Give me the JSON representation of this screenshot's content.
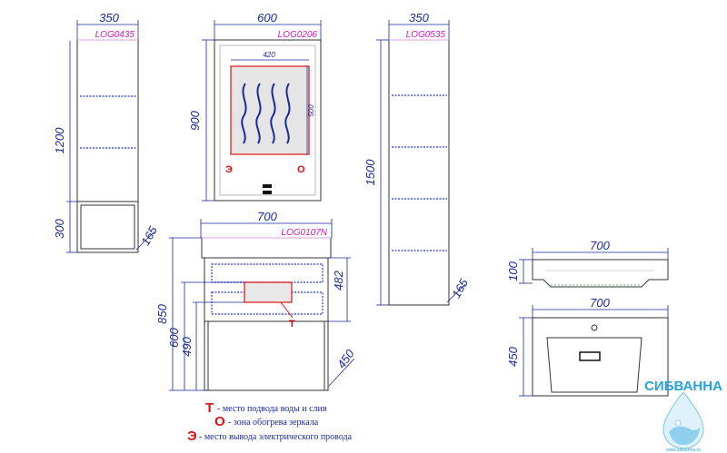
{
  "cabinet_left": {
    "code": "LOG0435",
    "width": "350",
    "height": "1200",
    "base_height": "300",
    "depth": "165"
  },
  "mirror": {
    "code": "LOG0206",
    "width": "600",
    "height": "900",
    "zone_width": "420",
    "zone_height": "500",
    "mark_e": "Э",
    "mark_o": "О"
  },
  "cabinet_right": {
    "code": "LOG0535",
    "width": "350",
    "height": "1500",
    "depth": "165"
  },
  "vanity": {
    "code": "LOG0107N",
    "width": "700",
    "total_height": "850",
    "h_600": "600",
    "h_490": "490",
    "drawer_height": "482",
    "depth": "450",
    "mark_t": "Т"
  },
  "sink_side": {
    "width": "700",
    "height": "100"
  },
  "sink_top": {
    "width": "700",
    "depth": "450"
  },
  "legend": [
    {
      "marker": "Т",
      "text": "- место подвода воды и слив"
    },
    {
      "marker": "О",
      "text": "- зона обогрева зеркала"
    },
    {
      "marker": "Э",
      "text": "- место вывода электрического провода"
    }
  ],
  "brand": {
    "name": "СИБВАННА",
    "site": "www.sibvanna.ru"
  },
  "colors": {
    "dimension": "#1a2a9e",
    "code": "#d21cc0",
    "marker": "#e01010",
    "brand": "#2aa0dc"
  }
}
